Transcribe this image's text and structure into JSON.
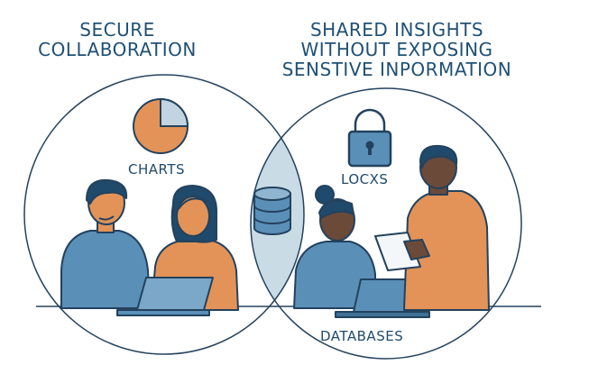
{
  "titles": {
    "left": [
      "SECURE",
      "COLLABORATION"
    ],
    "right": [
      "SHARED INSIGHTS",
      "WITHOUT EXPOSING",
      "SENSTIVE INPORMATION"
    ]
  },
  "labels": {
    "charts": "CHARTS",
    "locks": "LOCXS",
    "databases": "DATABASES"
  },
  "icons": [
    "pie-chart-icon",
    "padlock-icon",
    "database-icon",
    "laptop-icon",
    "document-icon"
  ],
  "colors": {
    "title": "#1f5075",
    "outline": "#23425e",
    "overlap_fill": "#c9dbe5",
    "orange": "#e39357",
    "blue": "#5a8fb8",
    "pie_slice": "#c2d4df"
  }
}
